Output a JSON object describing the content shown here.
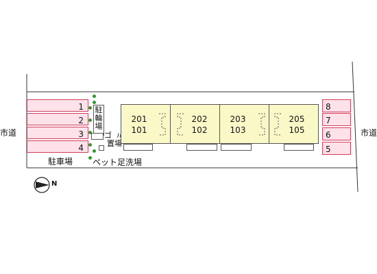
{
  "road_left": "市道",
  "road_right": "市道",
  "parking_label": "駐車場",
  "pet_wash_label": "ペット足洗場",
  "bicycle_parking_label": [
    "駐",
    "輪",
    "場"
  ],
  "garbage_label": [
    "ゴ",
    "ミ",
    "置",
    "場"
  ],
  "north_label": "N",
  "left_parking": [
    "1",
    "2",
    "3",
    "4"
  ],
  "right_parking": [
    "8",
    "7",
    "6",
    "5"
  ],
  "units": [
    {
      "upper": "201",
      "lower": "101"
    },
    {
      "upper": "202",
      "lower": "102"
    },
    {
      "upper": "203",
      "lower": "103"
    },
    {
      "upper": "205",
      "lower": "105"
    }
  ]
}
